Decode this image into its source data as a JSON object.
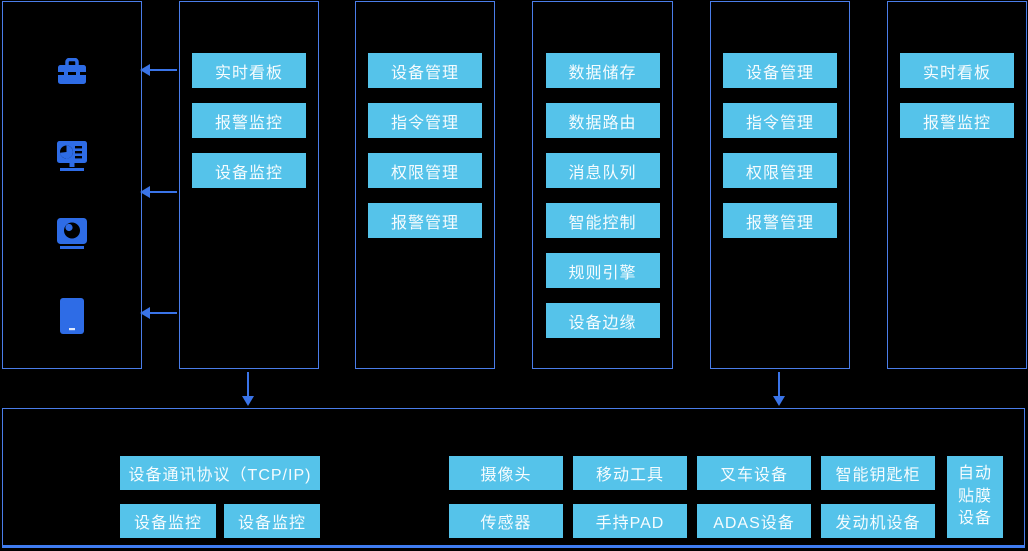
{
  "colors": {
    "background": "#000000",
    "panel_border": "#4a7de9",
    "button_bg": "#55c3ea",
    "button_text": "#ffffff",
    "icon_blue": "#2e6ce6",
    "arrow": "#3a74e8"
  },
  "device_panel": {
    "icons": [
      {
        "name": "toolbox-icon"
      },
      {
        "name": "dashboard-monitor-icon"
      },
      {
        "name": "camera-icon"
      },
      {
        "name": "smartphone-icon"
      }
    ]
  },
  "panels": {
    "monitoring_app": {
      "buttons": [
        "实时看板",
        "报警监控",
        "设备监控"
      ]
    },
    "management_left": {
      "buttons": [
        "设备管理",
        "指令管理",
        "权限管理",
        "报警管理"
      ]
    },
    "platform_core": {
      "buttons": [
        "数据储存",
        "数据路由",
        "消息队列",
        "智能控制",
        "规则引擎",
        "设备边缘"
      ]
    },
    "management_right": {
      "buttons": [
        "设备管理",
        "指令管理",
        "权限管理",
        "报警管理"
      ]
    },
    "dashboard": {
      "buttons": [
        "实时看板",
        "报警监控"
      ]
    }
  },
  "bottom_panel": {
    "protocol_label": "设备通讯协议（TCP/IP)",
    "monitor_buttons": [
      "设备监控",
      "设备监控"
    ],
    "device_row1": [
      "摄像头",
      "移动工具",
      "叉车设备",
      "智能钥匙柜"
    ],
    "device_row2": [
      "传感器",
      "手持PAD",
      "ADAS设备",
      "发动机设备"
    ],
    "tall_device_label": "自动\n贴膜\n设备"
  }
}
